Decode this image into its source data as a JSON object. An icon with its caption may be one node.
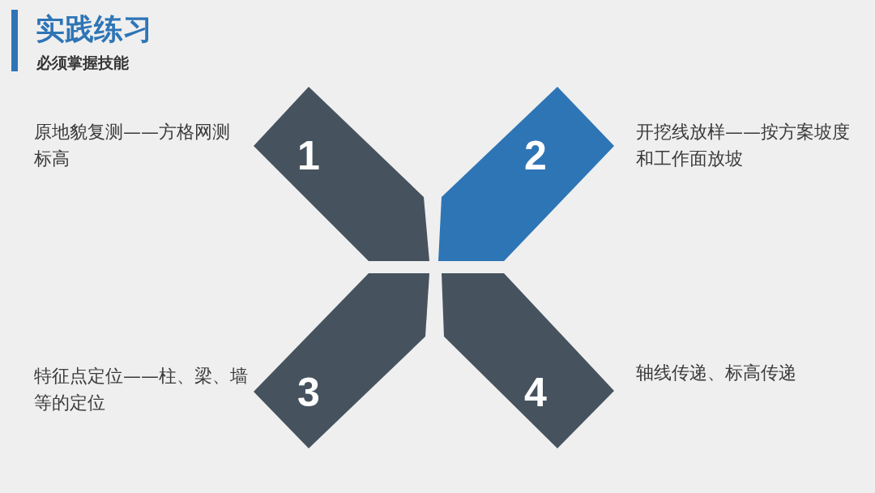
{
  "diagram": {
    "title": "实践练习",
    "nodes": [
      {
        "text": [
          "1"
        ],
        "beside": [
          "原地貌复测——方格网测标高"
        ]
      },
      {
        "text": [
          "2"
        ],
        "beside": [
          "开挖线放样——按方案坡度和工作面放坡"
        ]
      },
      {
        "text": [
          "3"
        ],
        "beside": [
          "特征点定位——柱、梁、墙等的定位"
        ]
      },
      {
        "text": [
          "4"
        ],
        "beside": [
          "轴线传递、标高传递"
        ]
      }
    ],
    "labels": [
      "必须掌握技能"
    ]
  }
}
